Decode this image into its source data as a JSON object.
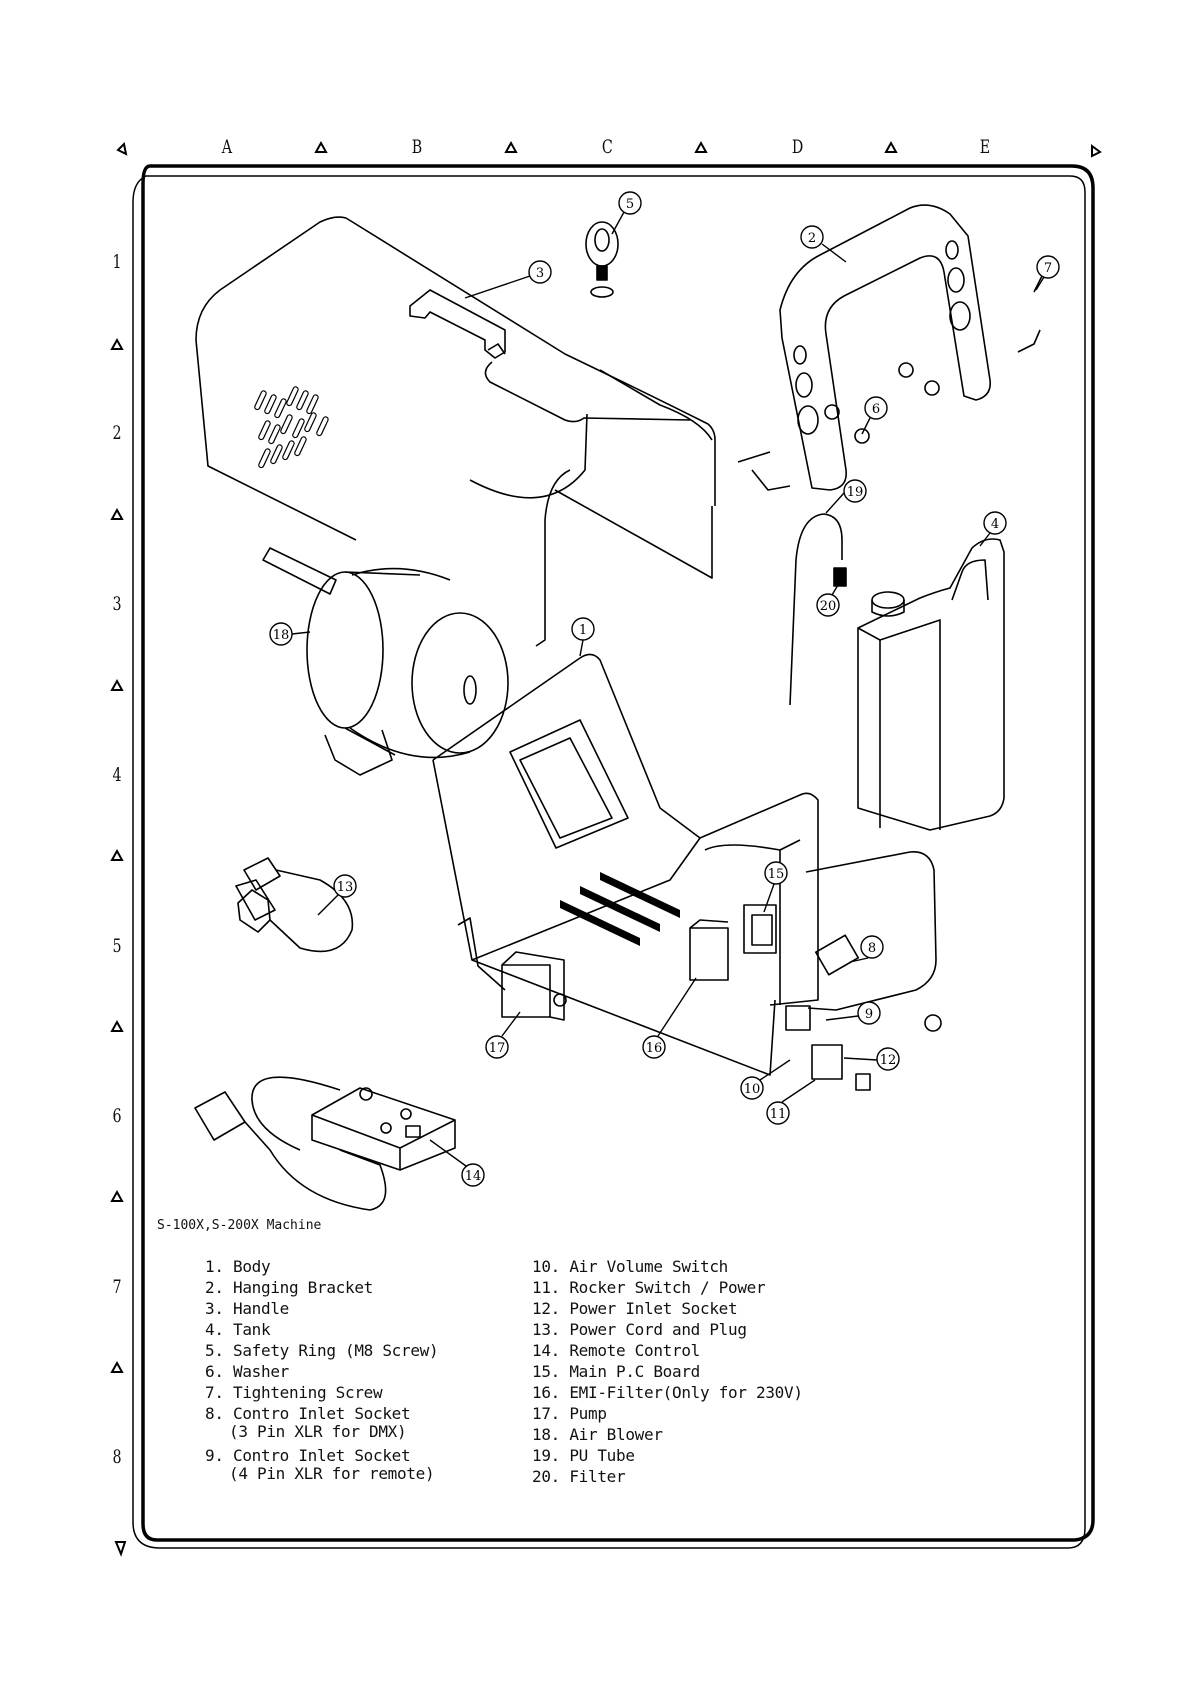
{
  "grid": {
    "columns": [
      "A",
      "B",
      "C",
      "D",
      "E"
    ],
    "rows": [
      "1",
      "2",
      "3",
      "4",
      "5",
      "6",
      "7",
      "8"
    ]
  },
  "caption": "S-100X,S-200X Machine",
  "legend": {
    "left": [
      {
        "num": "1.",
        "text": "Body"
      },
      {
        "num": "2.",
        "text": "Hanging Bracket"
      },
      {
        "num": "3.",
        "text": "Handle"
      },
      {
        "num": "4.",
        "text": "Tank"
      },
      {
        "num": "5.",
        "text": "Safety Ring (M8 Screw)"
      },
      {
        "num": "6.",
        "text": "Washer"
      },
      {
        "num": "7.",
        "text": "Tightening Screw"
      },
      {
        "num": "8.",
        "text": "Contro Inlet Socket",
        "sub": "(3 Pin XLR for DMX)"
      },
      {
        "num": "9.",
        "text": "Contro Inlet Socket",
        "sub": "(4 Pin XLR for remote)"
      }
    ],
    "right": [
      {
        "num": "10.",
        "text": "Air Volume Switch"
      },
      {
        "num": "11.",
        "text": "Rocker Switch / Power"
      },
      {
        "num": "12.",
        "text": "Power Inlet Socket"
      },
      {
        "num": "13.",
        "text": "Power Cord and Plug"
      },
      {
        "num": "14.",
        "text": "Remote Control"
      },
      {
        "num": "15.",
        "text": "Main P.C Board"
      },
      {
        "num": "16.",
        "text": "EMI-Filter(Only for 230V)"
      },
      {
        "num": "17.",
        "text": "Pump"
      },
      {
        "num": "18.",
        "text": "Air Blower"
      },
      {
        "num": "19.",
        "text": "PU Tube"
      },
      {
        "num": "20.",
        "text": "Filter"
      }
    ]
  },
  "callouts": [
    "1",
    "2",
    "3",
    "4",
    "5",
    "6",
    "7",
    "8",
    "9",
    "10",
    "11",
    "12",
    "13",
    "14",
    "15",
    "16",
    "17",
    "18",
    "19",
    "20"
  ]
}
